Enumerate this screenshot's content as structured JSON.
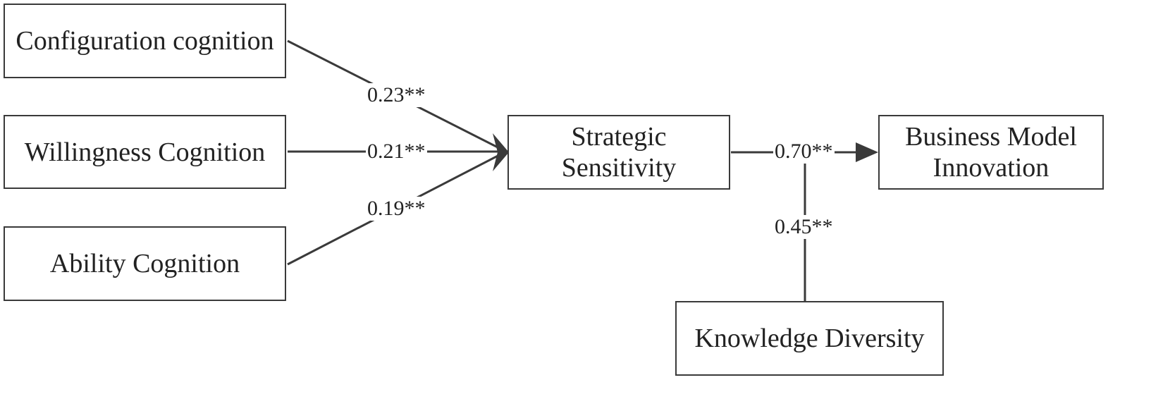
{
  "nodes": {
    "configuration": "Configuration cognition",
    "willingness": "Willingness Cognition",
    "ability": "Ability Cognition",
    "strategic_line1": "Strategic",
    "strategic_line2": "Sensitivity",
    "bmi_line1": "Business Model",
    "bmi_line2": "Innovation",
    "knowledge": "Knowledge Diversity"
  },
  "paths": {
    "configuration_to_strategic": "0.23**",
    "willingness_to_strategic": "0.21**",
    "ability_to_strategic": "0.19**",
    "strategic_to_bmi": "0.70**",
    "knowledge_moderation": "0.45**"
  },
  "colors": {
    "line": "#3a3a3a",
    "text": "#222222"
  }
}
